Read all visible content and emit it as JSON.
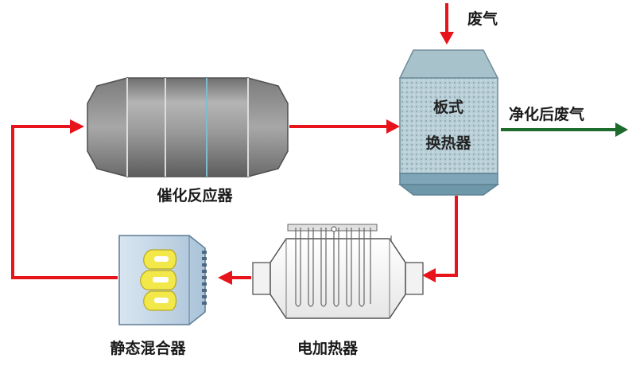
{
  "labels": {
    "exhaust_in": "废气",
    "plate_exchanger_line1": "板式",
    "plate_exchanger_line2": "换热器",
    "purified_exhaust": "净化后废气",
    "catalytic_reactor": "催化反应器",
    "static_mixer": "静态混合器",
    "electric_heater": "电加热器"
  },
  "colors": {
    "flow_arrow": "#e8141c",
    "outlet_arrow": "#1e6b2e",
    "reactor_body": "#8c8c8c",
    "exchanger_body": "#bfd4dc",
    "exchanger_base": "#7fa6b8",
    "heater_body": "#f4f4f4",
    "mixer_body": "#c5d9ea",
    "mixer_blade": "#f3e84a"
  }
}
